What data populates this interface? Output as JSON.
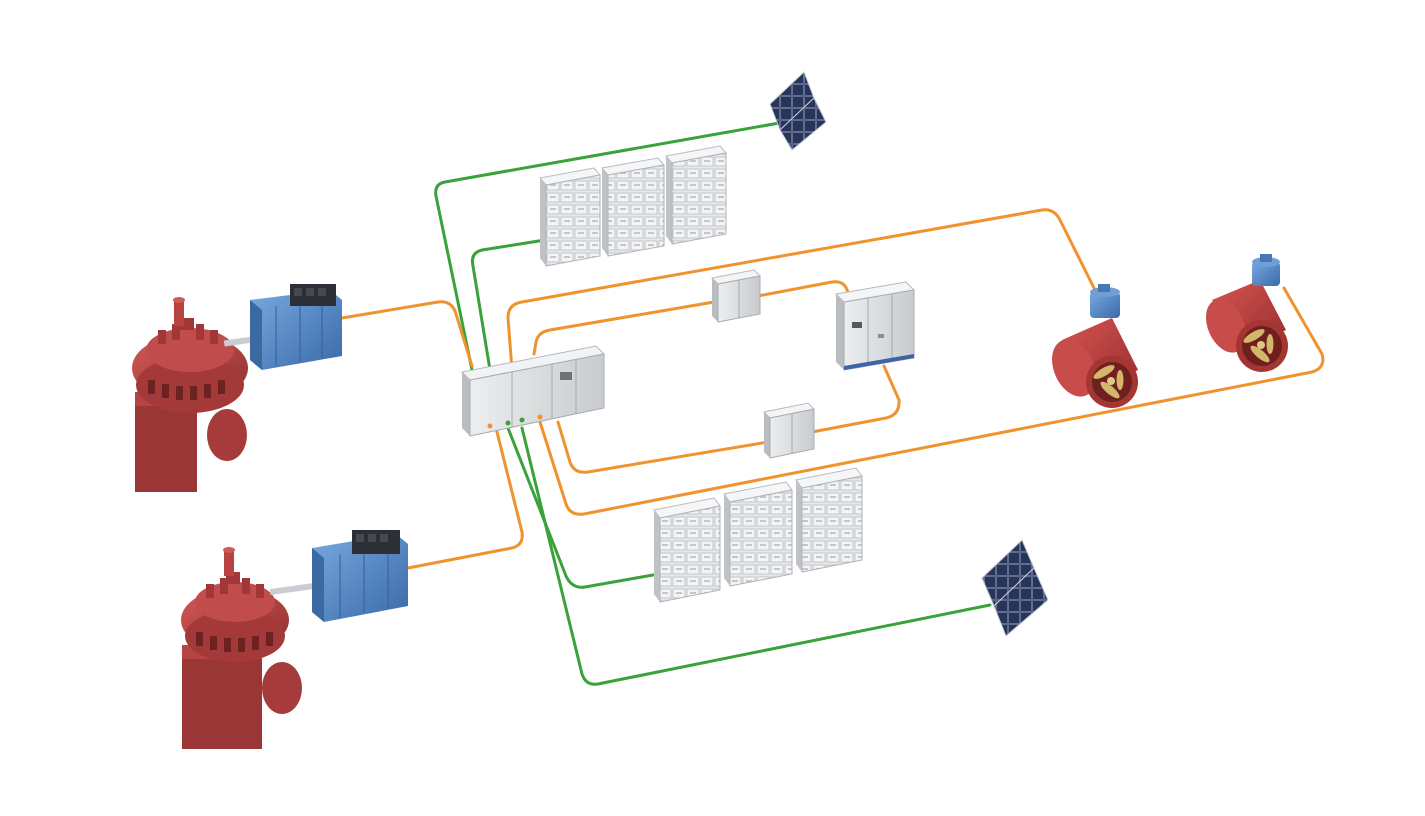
{
  "colors": {
    "background": "#ffffff",
    "ac_cable": "#f0922e",
    "dc_cable": "#3aa23a",
    "generator_red": "#b8403f",
    "motor_blue": "#4f86c9",
    "cabinet_grey": "#d9dcde",
    "solar_panel": "#1e2945"
  },
  "components": {
    "diesel_generators": 2,
    "generator_drive_motors": 2,
    "main_switchboard": 1,
    "battery_racks_upper": 3,
    "battery_racks_lower": 3,
    "solar_panels": 2,
    "small_converter_cabinets": 2,
    "control_cabinet": 1,
    "tunnel_thrusters": 2
  }
}
